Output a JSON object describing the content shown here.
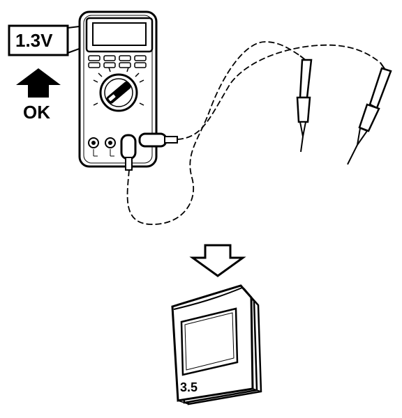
{
  "voltage_reading": "1.3V",
  "status_label": "OK",
  "manual_section": "3.5",
  "colors": {
    "ink": "#000000",
    "paper": "#ffffff",
    "shade": "#444444"
  },
  "icons": [
    "up-arrow-icon",
    "down-arrow-icon",
    "multimeter-icon",
    "probe-icon",
    "manual-book-icon"
  ]
}
